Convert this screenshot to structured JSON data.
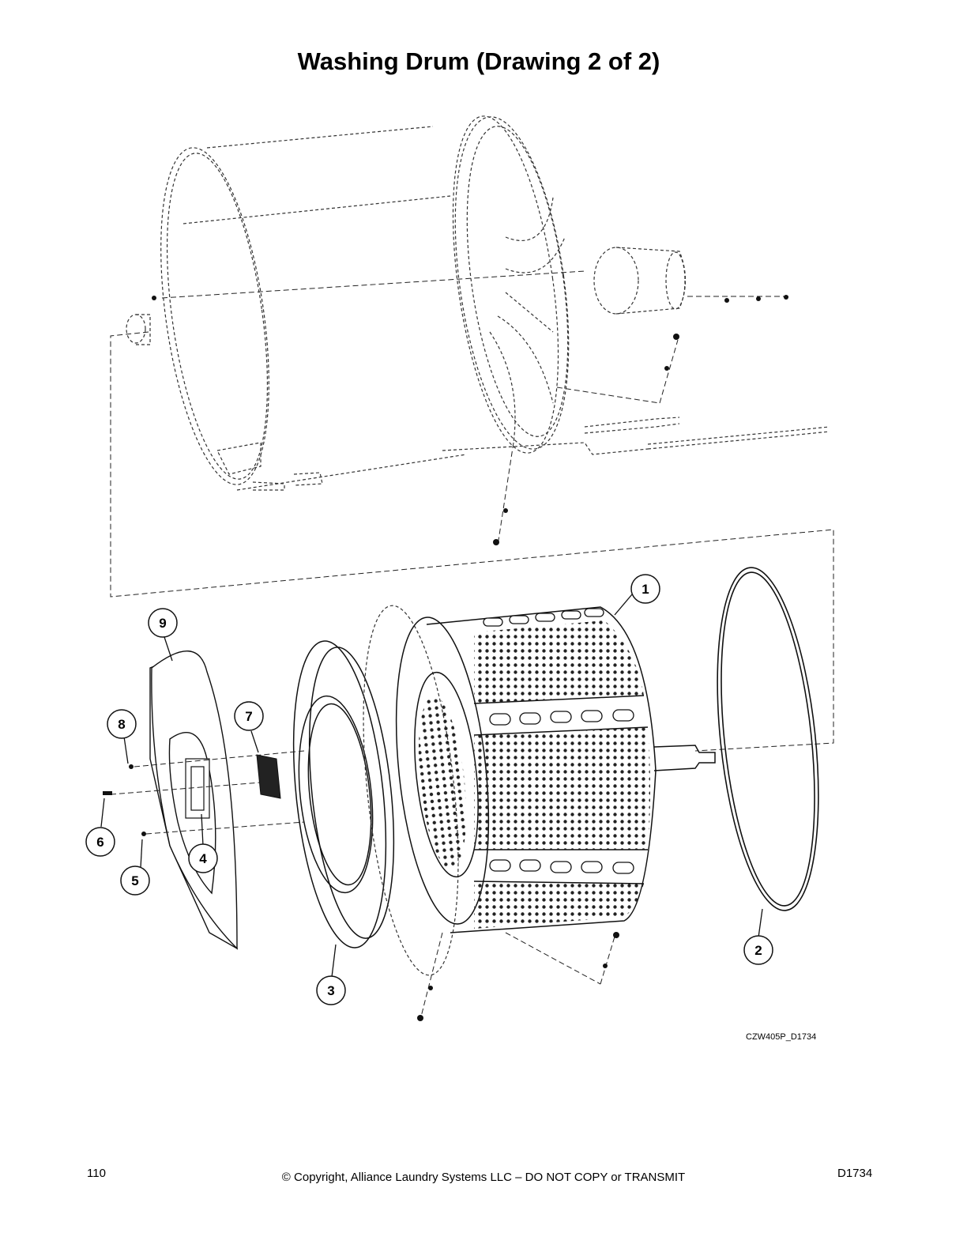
{
  "title": "Washing Drum (Drawing 2 of 2)",
  "callouts": [
    "1",
    "2",
    "3",
    "4",
    "5",
    "6",
    "7",
    "8",
    "9"
  ],
  "drawing_id": "CZW405P_D1734",
  "footer": {
    "page_number": "110",
    "copyright": "© Copyright, Alliance Laundry Systems LLC – DO NOT COPY or TRANSMIT",
    "doc_code": "D1734"
  }
}
